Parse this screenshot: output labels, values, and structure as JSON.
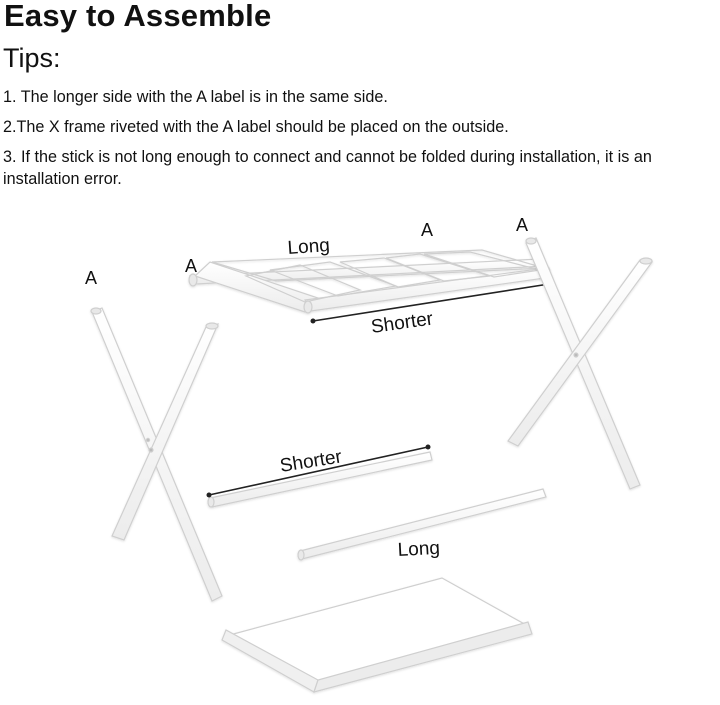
{
  "header": {
    "title": "Easy to Assemble",
    "tips_heading": "Tips:"
  },
  "tips": [
    "1. The longer side with the A label is in the same side.",
    "2.The X frame riveted with the A label should be placed on the outside.",
    "3. If the stick is not long enough to connect and cannot be folded during installation, it is an installation error."
  ],
  "diagram": {
    "top_frame": {
      "long_label": "Long",
      "shorter_label": "Shorter",
      "a_left": "A",
      "a_right": "A"
    },
    "left_x_frame": {
      "a_label": "A"
    },
    "right_x_frame": {
      "a_label": "A"
    },
    "middle_shorter_bar": {
      "label": "Shorter"
    },
    "middle_long_bar": {
      "label": "Long"
    },
    "colors": {
      "part_fill": "#ffffff",
      "part_stroke": "#cfcfcf",
      "measure_line": "#222222"
    }
  }
}
